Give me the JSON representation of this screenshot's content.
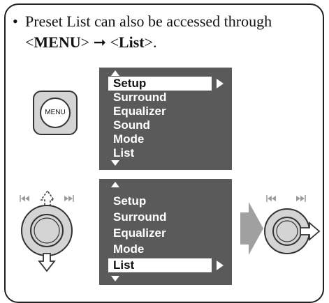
{
  "note": {
    "bullet": "•",
    "line1": "Preset List can also be accessed through",
    "l2_a": "<",
    "l2_menu": "MENU",
    "l2_b": "> ",
    "l2_arrow": "➞",
    "l2_c": " <",
    "l2_list": "List",
    "l2_d": ">."
  },
  "menu_button": {
    "label": "MENU"
  },
  "screen_top": {
    "items": [
      "Setup",
      "Surround",
      "Equalizer",
      "Sound",
      "Mode",
      "List"
    ],
    "selected_index": 0
  },
  "screen_bottom": {
    "items": [
      "Setup",
      "Surround",
      "Equalizer",
      "Mode",
      "List"
    ],
    "selected_index": 4
  },
  "colors": {
    "screen_bg": "#5a5a5a",
    "highlight": "#ffffff",
    "arrow_fill": "#a0a0a0"
  },
  "icons": [
    "menu-button-icon",
    "skip-back-icon",
    "skip-forward-icon",
    "dial-icon",
    "right-arrow-icon",
    "up-arrow-icon",
    "down-arrow-icon"
  ]
}
